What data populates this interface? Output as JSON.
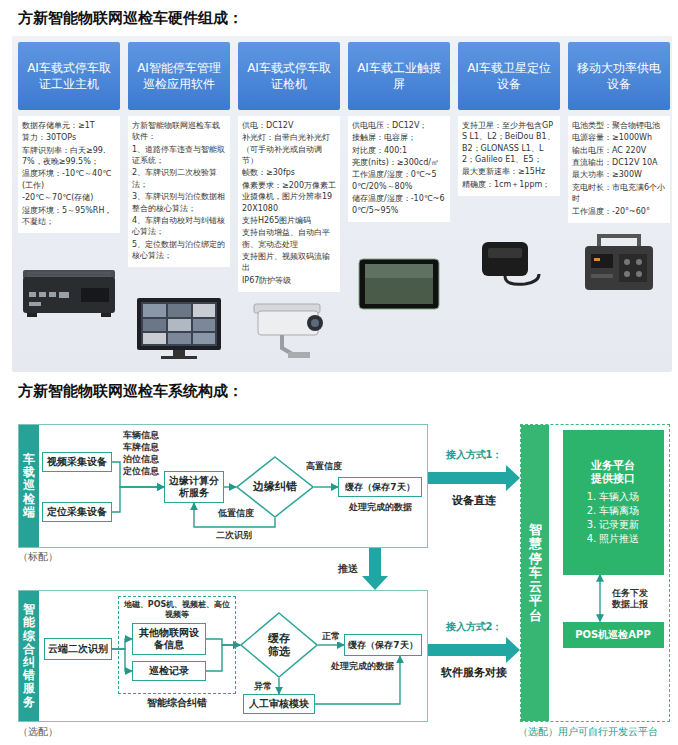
{
  "diagram": {
    "title": "方新智能物联网巡检车硬件组成：",
    "nodes": [
      {
        "text": [
          "AI车载式停车取证工业主机"
        ]
      },
      {
        "text": [
          "数据存储单元：≥1T",
          "算力：30TOPs",
          "车牌识别率：白天≥99.7%，夜晚≥99.5%；",
          "温度环境：-10℃～40℃(工作)",
          "-20℃～70℃(存储)",
          "湿度环境：5～95%RH，不凝结；"
        ]
      },
      {
        "text": [
          "AI智能停车管理巡检应用软件"
        ]
      },
      {
        "text": [
          "方新智能物联网巡检车载软件：",
          "1、道路停车违查与智能取证系统；",
          "2、车牌识别二次校验算法；",
          "3、车牌识别与泊位数据相整合的核心算法；",
          "4、车牌自动校对与纠错核心算法；",
          "5、定位数据与泊位绑定的核心算法；"
        ]
      },
      {
        "text": [
          "AI车载式停车取证枪机"
        ]
      },
      {
        "text": [
          "供电：DC12V",
          "补光灯：自带白光补光灯（可手动补光或自动调节）",
          "帧数：≥30fps",
          "像素要求：≥200万像素工业摄像机，图片分辨率1920X1080",
          "支持H265图片编码",
          "支持自动增益、自动白平衡、宽动态处理",
          "支持图片、视频双码流输出",
          "IP67防护等级"
        ]
      },
      {
        "text": [
          "AI车载工业触摸屏"
        ]
      },
      {
        "text": [
          "供电电压：DC12V；",
          "接触屏：电容屏；",
          "对比度：400:1",
          "亮度(nits)：≥300cd/㎡",
          "工作温度/湿度：0℃~50℃/20%～80%",
          "储存温度/湿度：-10℃~60℃/5~95%"
        ]
      },
      {
        "text": [
          "AI车载卫星定位设备"
        ]
      },
      {
        "text": [
          "支持卫星：至少并包含GPS L1、L2；BeiDou B1、B2；GLONASS L1、L2；Galileo E1、E5；",
          "最大更新速率：≥15Hz",
          "精确度：1cm＋1ppm；"
        ]
      },
      {
        "text": [
          "移动大功率供电设备"
        ]
      },
      {
        "text": [
          "电池类型：聚合物锂电池",
          "电源容量：≥1000Wh",
          "输出电压：AC 220V",
          "直流输出：DC12V 10A",
          "最大功率：≥300W",
          "充电时长：市电充满6个小时",
          "工作温度：-20°~60°"
        ]
      },
      {
        "text": [
          "车载巡检端"
        ]
      },
      {
        "text": [
          "视频采集设备"
        ],
        "in": 12
      },
      {
        "text": [
          "定位采集设备"
        ],
        "in": 12
      },
      {
        "text": [
          "边缘计算分析服务"
        ],
        "in": 12
      },
      {
        "text": [
          "边缘纠错"
        ],
        "in": 12
      },
      {
        "text": [
          "缓存（保存7天）"
        ],
        "in": 12
      },
      {
        "text": [
          "智能综合纠错服务"
        ]
      },
      {
        "text": [
          "云端二次识别"
        ],
        "in": 18
      },
      {
        "text": [
          "地磁、POS机、视频桩、高位视频等",
          "智能综合纠错"
        ],
        "in": 18
      },
      {
        "text": [
          "其他物联网设备信息"
        ],
        "in": 20
      },
      {
        "text": [
          "巡检记录"
        ],
        "in": 20
      },
      {
        "text": [
          "缓存筛选"
        ],
        "in": 18
      },
      {
        "text": [
          "缓存（保存7天）"
        ],
        "in": 18
      },
      {
        "text": [
          "人工审核模块"
        ],
        "in": 18
      },
      {
        "text": [
          "智慧停车云平台"
        ]
      },
      {
        "text": [
          "业务平台 提供接口",
          "1. 车辆入场",
          "2. 车辆离场",
          "3. 记录更新",
          "4. 照片推送"
        ],
        "in": 26
      },
      {
        "text": [
          "POS机巡检APP"
        ],
        "in": 26
      }
    ],
    "edges": [
      {
        "from": 13,
        "to": 15,
        "arrow": "to"
      },
      {
        "from": 14,
        "to": 15,
        "arrow": "to"
      },
      {
        "from": 15,
        "to": 16,
        "arrow": "to"
      },
      {
        "from": 16,
        "to": 17,
        "label": "高置信度",
        "arrow": "to"
      },
      {
        "from": 16,
        "to": 15,
        "label": "低置信度",
        "arrow": "to"
      },
      {
        "from": 12,
        "to": 26,
        "label": "接入方式1：",
        "arrow": "to"
      },
      {
        "from": 12,
        "to": 18,
        "label": "推送",
        "arrow": "to"
      },
      {
        "from": 19,
        "to": 21,
        "arrow": "to"
      },
      {
        "from": 19,
        "to": 22,
        "arrow": "to"
      },
      {
        "from": 21,
        "to": 23,
        "arrow": "to"
      },
      {
        "from": 22,
        "to": 23,
        "arrow": "to"
      },
      {
        "from": 23,
        "to": 24,
        "label": "正常",
        "arrow": "to"
      },
      {
        "from": 23,
        "to": 25,
        "label": "异常",
        "arrow": "to"
      },
      {
        "from": 25,
        "to": 24,
        "arrow": "to"
      },
      {
        "from": 18,
        "to": 26,
        "label": "接入方式2：",
        "arrow": "to"
      },
      {
        "from": 27,
        "to": 28,
        "label": "任务下发 数据上报",
        "arrow": "both"
      }
    ],
    "labels": [
      "方新智能物联网巡检车系统构成：",
      "车辆信息",
      "车牌信息",
      "泊位信息",
      "定位信息",
      "二次识别",
      "处理完成的数据",
      "（标配）",
      "设备直连",
      "处理完成的数据",
      "（选配）",
      "软件服务对接",
      "（选配）用户可自行开发云平台"
    ]
  }
}
